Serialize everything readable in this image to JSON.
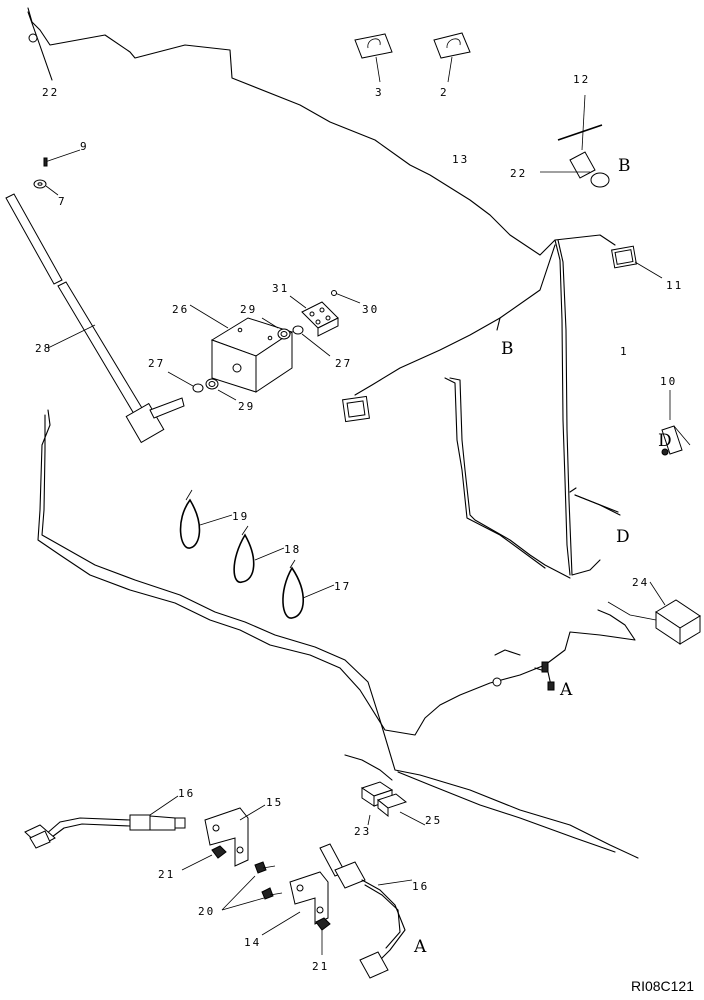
{
  "drawing_code": "RI08C121",
  "callouts": {
    "c1": "1",
    "c2": "2",
    "c3": "3",
    "c7": "7",
    "c9": "9",
    "c10": "10",
    "c11": "11",
    "c12": "12",
    "c13": "13",
    "c14": "14",
    "c15": "15",
    "c16a": "16",
    "c16b": "16",
    "c17": "17",
    "c18": "18",
    "c19": "19",
    "c20": "20",
    "c21a": "21",
    "c21b": "21",
    "c22a": "22",
    "c22b": "22",
    "c23": "23",
    "c24": "24",
    "c25": "25",
    "c26": "26",
    "c27a": "27",
    "c27b": "27",
    "c28": "28",
    "c29a": "29",
    "c29b": "29",
    "c30": "30",
    "c31": "31"
  },
  "connection_letters": {
    "a1": "A",
    "a2": "A",
    "b1": "B",
    "b2": "B",
    "d1": "D",
    "d2": "D"
  }
}
